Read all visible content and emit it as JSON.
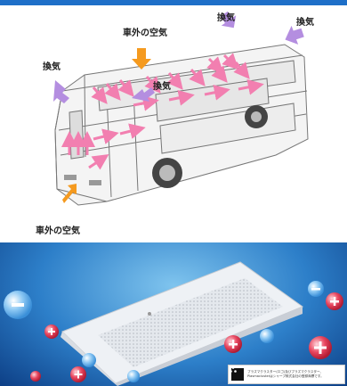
{
  "colors": {
    "top_band": "#1e6fc8",
    "exhaust_arrow": "#b48ee0",
    "intake_arrow": "#f59a1f",
    "internal_airflow": "#f27fb0",
    "purifier_background": "#2d7fc9"
  },
  "bus_diagram": {
    "labels": {
      "exhaust_top_center": "換気",
      "exhaust_top_right": "換気",
      "exhaust_left": "換気",
      "exhaust_middle": "換気",
      "outside_air_top": "車外の空気",
      "outside_air_bottom": "車外の空気"
    }
  },
  "purifier_panel": {
    "ion_icons": [
      "plus-ion-icon",
      "minus-ion-icon"
    ],
    "caption": {
      "line1": "プラズマクラスター(ロゴ)及びプラズマクラスター、",
      "line2": "Plasmaclusterはシャープ株式会社の登録商標です。"
    }
  }
}
